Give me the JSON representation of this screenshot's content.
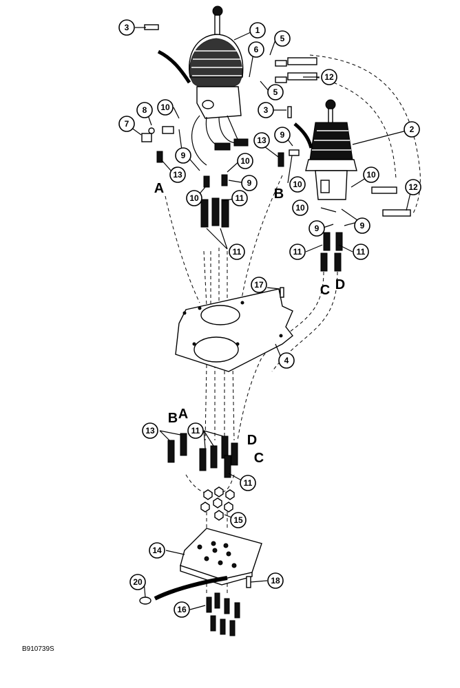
{
  "figure_code": "B910739S",
  "port_letters": [
    "A",
    "B",
    "C",
    "D"
  ],
  "callouts": {
    "c1": "1",
    "c2": "2",
    "c3a": "3",
    "c3b": "3",
    "c4": "4",
    "c5a": "5",
    "c5b": "5",
    "c6": "6",
    "c7": "7",
    "c8": "8",
    "c9a": "9",
    "c9b": "9",
    "c9c": "9",
    "c9d": "9",
    "c9e": "9",
    "c10a": "10",
    "c10b": "10",
    "c10c": "10",
    "c10d": "10",
    "c10e": "10",
    "c10f": "10",
    "c11a": "11",
    "c11b": "11",
    "c11c": "11",
    "c11d": "11",
    "c11e": "11",
    "c11f": "11",
    "c12a": "12",
    "c12b": "12",
    "c13a": "13",
    "c13b": "13",
    "c13c": "13",
    "c14": "14",
    "c15": "15",
    "c16": "16",
    "c17": "17",
    "c18": "18",
    "c20": "20"
  },
  "letters": {
    "A1": "A",
    "B1": "B",
    "C1": "C",
    "D1": "D",
    "A2": "A",
    "B2": "B",
    "C2": "C",
    "D2": "D"
  }
}
